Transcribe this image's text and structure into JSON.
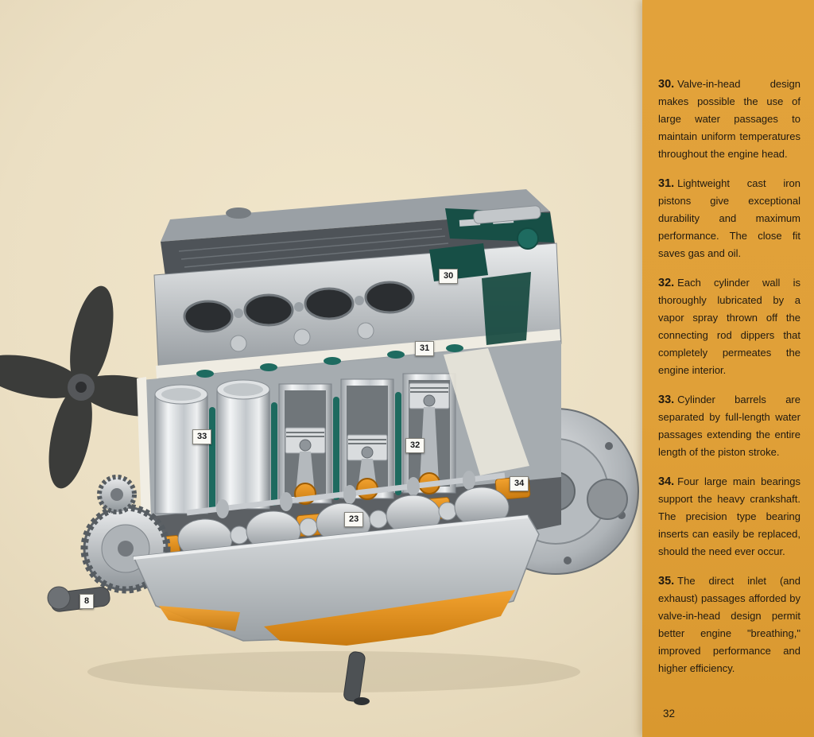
{
  "page": {
    "page_number": "32"
  },
  "theme": {
    "page_background": "#ebdfc3",
    "sidebar_orange": "#e2a23b",
    "accent_teal": "#1e6b60",
    "accent_orange": "#e08a1e",
    "text_color": "#211a10"
  },
  "sidebar": {
    "items": [
      {
        "number": "30.",
        "text": "Valve-in-head design makes possible the use of large water passages to maintain uniform temperatures throughout the engine head."
      },
      {
        "number": "31.",
        "text": "Lightweight cast iron pistons give exceptional durability and maximum performance. The close fit saves gas and oil."
      },
      {
        "number": "32.",
        "text": "Each cylinder wall is thoroughly lubricated by a vapor spray thrown off the connecting rod dippers that completely permeates the engine interior."
      },
      {
        "number": "33.",
        "text": "Cylinder barrels are separated by full-length water passages extending the entire length of the piston stroke."
      },
      {
        "number": "34.",
        "text": "Four large main bearings support the heavy crankshaft. The precision type bearing inserts can easily be replaced, should the need ever occur."
      },
      {
        "number": "35.",
        "text": "The direct inlet (and exhaust) passages afforded by valve-in-head design permit better engine \"breathing,\" improved performance and higher efficiency."
      }
    ]
  },
  "illustration": {
    "labels": [
      {
        "id": "30"
      },
      {
        "id": "31"
      },
      {
        "id": "33"
      },
      {
        "id": "32"
      },
      {
        "id": "23"
      },
      {
        "id": "34"
      },
      {
        "id": "8"
      }
    ]
  }
}
